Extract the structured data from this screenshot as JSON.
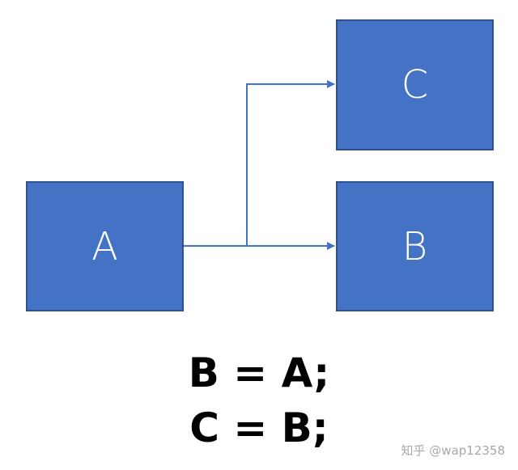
{
  "diagram": {
    "nodes": [
      {
        "id": "A",
        "label": "A"
      },
      {
        "id": "B",
        "label": "B"
      },
      {
        "id": "C",
        "label": "C"
      }
    ],
    "edges": [
      {
        "from": "A",
        "to": "B"
      },
      {
        "from": "A",
        "to": "C"
      }
    ],
    "colors": {
      "node_fill": "#4472C4",
      "node_border": "#2F528F",
      "node_text": "#FFFFFF",
      "edge": "#4472C4"
    }
  },
  "code": {
    "line1": "B = A;",
    "line2": "C = B;"
  },
  "watermark": "知乎 @wap12358"
}
